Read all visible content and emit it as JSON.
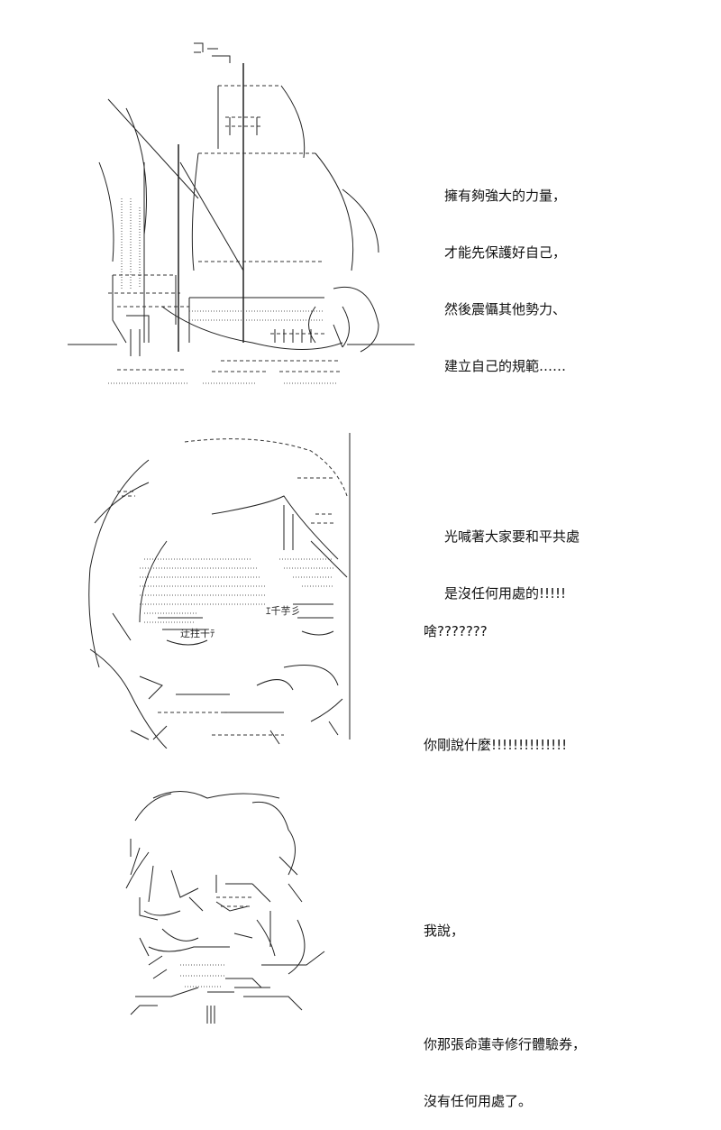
{
  "panel_1": {
    "lines": [
      "擁有夠強大的力量，",
      "才能先保護好自己，",
      "然後震懾其他勢力、",
      "建立自己的規範……"
    ],
    "lines_2": [
      "光喊著大家要和平共處",
      "是沒任何用處的!!!!!"
    ]
  },
  "panel_2": {
    "lines": [
      "啥???????"
    ],
    "lines_2": [
      "你剛說什麼!!!!!!!!!!!!!!"
    ]
  },
  "panel_3": {
    "lines": [
      "我說，"
    ],
    "lines_2": [
      "你那張命蓮寺修行體驗券，",
      "沒有任何用處了。"
    ]
  },
  "art_text": {
    "face_left": "迂拄干ﾃ",
    "face_right": "ｴ千芋彡"
  }
}
